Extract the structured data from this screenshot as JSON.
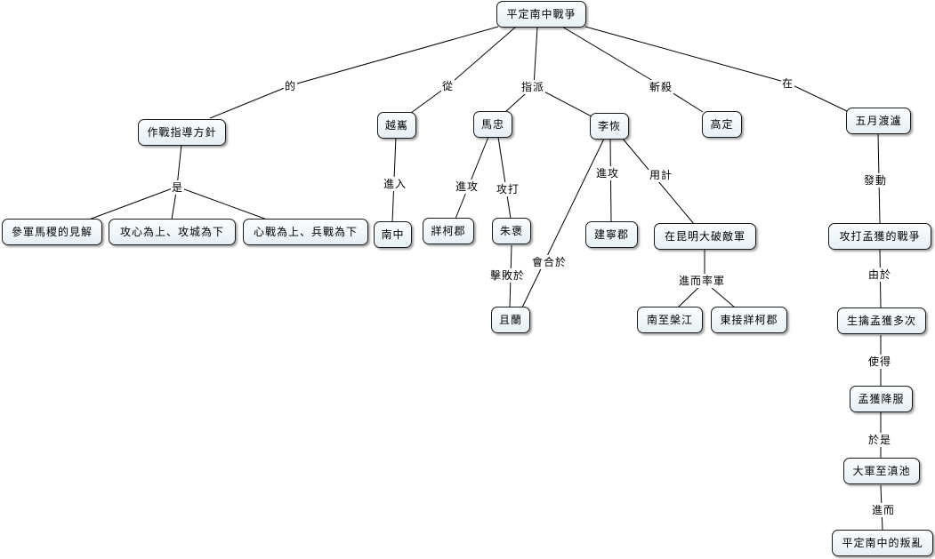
{
  "nodes": {
    "root": "平定南中戰爭",
    "guide": "作戰指導方針",
    "advice": "參軍馬稷的見解",
    "mind": "攻心為上、攻城為下",
    "heart": "心戰為上、兵戰為下",
    "yuexi": "越巂",
    "nanzhong": "南中",
    "mazhong": "馬忠",
    "zangke": "牂柯郡",
    "zhubao": "朱褒",
    "qielan": "且蘭",
    "lihui": "李恢",
    "jianning": "建寧郡",
    "kunming": "在昆明大破敵軍",
    "panjiang": "南至槃江",
    "eastzangke": "東接牂柯郡",
    "gaoding": "高定",
    "wuyue": "五月渡瀘",
    "attack": "攻打孟獲的戰爭",
    "capture": "生擒孟獲多次",
    "surrender": "孟獲降服",
    "dianchi": "大軍至滇池",
    "pacify": "平定南中的叛亂"
  },
  "edges": {
    "of": "的",
    "is": "是",
    "from": "從",
    "assign": "指派",
    "behead": "斬殺",
    "at": "在",
    "enter": "進入",
    "advance1": "進攻",
    "strike": "攻打",
    "defeat_at": "擊敗於",
    "meet_at": "會合於",
    "advance2": "進攻",
    "use_plan": "用計",
    "lead_army": "進而率軍",
    "launch": "發動",
    "because": "由於",
    "cause": "使得",
    "thereupon": "於是",
    "further": "進而"
  }
}
